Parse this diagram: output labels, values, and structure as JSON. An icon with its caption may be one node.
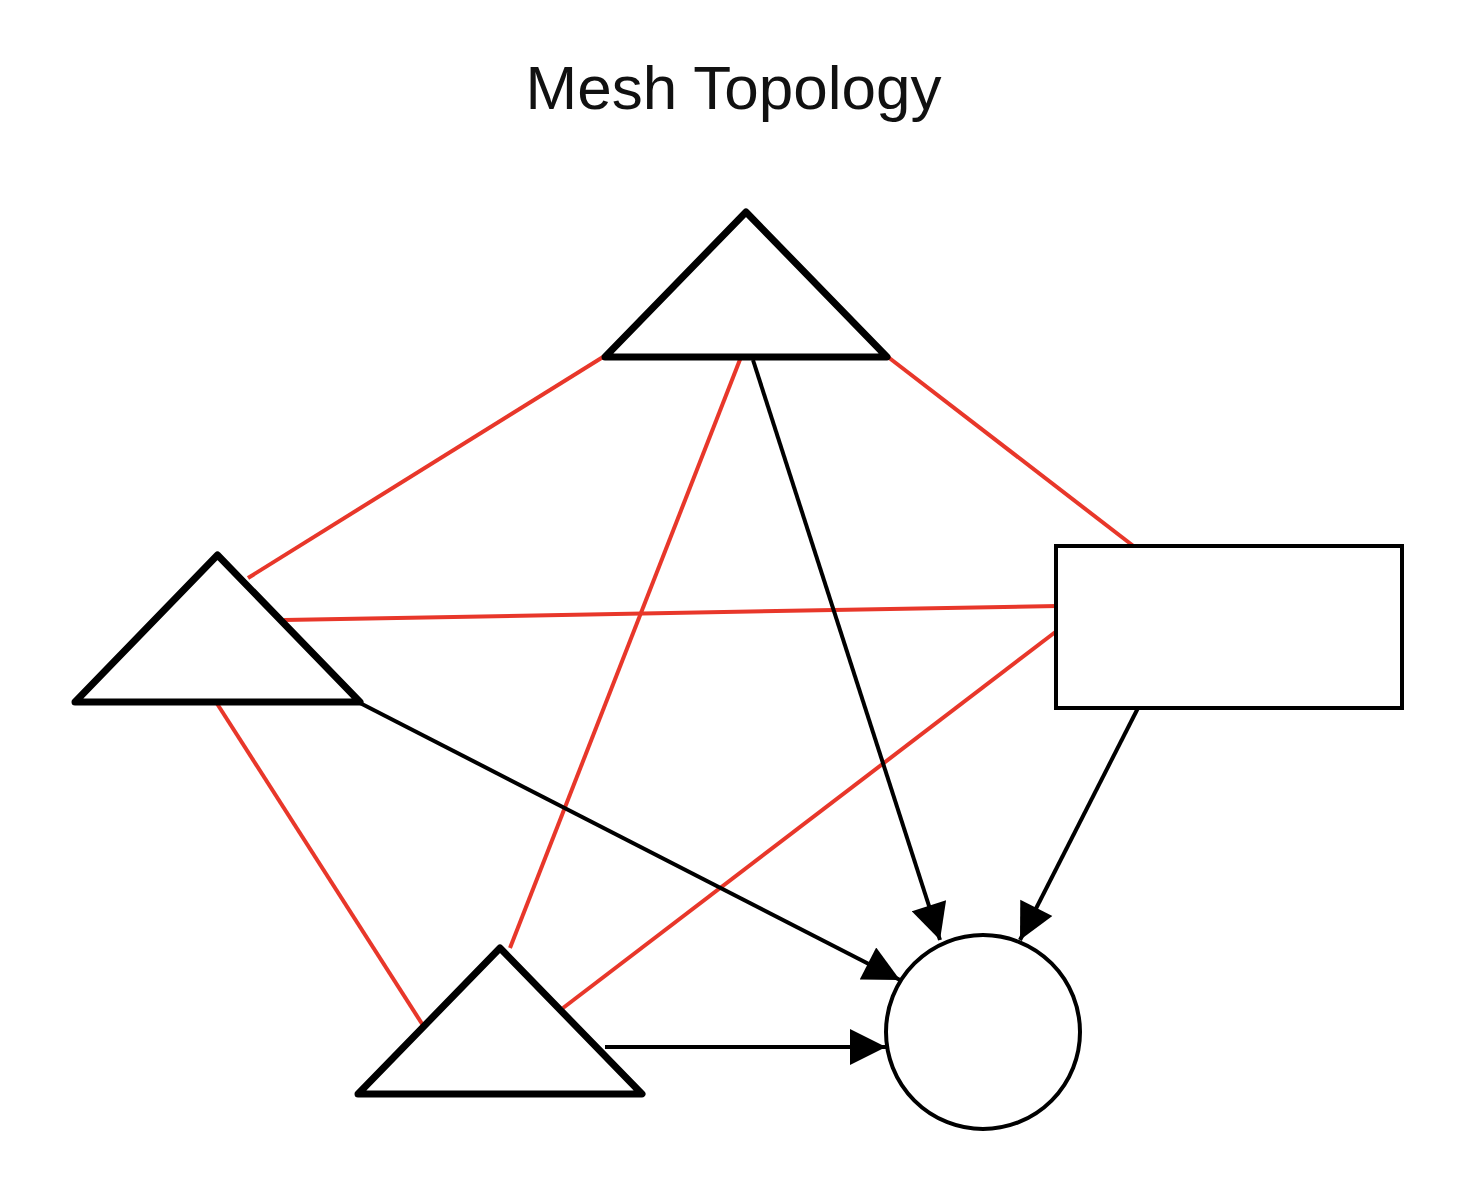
{
  "diagram": {
    "title": "Mesh Topology",
    "nodes": [
      {
        "text": [],
        "shape": "triangle"
      },
      {
        "text": [],
        "shape": "triangle"
      },
      {
        "text": [],
        "shape": "box"
      },
      {
        "text": [],
        "shape": "triangle"
      },
      {
        "text": [],
        "shape": "circle"
      }
    ],
    "edges": [
      {
        "from": 0,
        "to": 1,
        "arrow": "none"
      },
      {
        "from": 0,
        "to": 2,
        "arrow": "none"
      },
      {
        "from": 0,
        "to": 3,
        "arrow": "none"
      },
      {
        "from": 1,
        "to": 2,
        "arrow": "none"
      },
      {
        "from": 1,
        "to": 3,
        "arrow": "none"
      },
      {
        "from": 2,
        "to": 3,
        "arrow": "none"
      },
      {
        "from": 0,
        "to": 4,
        "arrow": "to",
        "color": "#000000"
      },
      {
        "from": 1,
        "to": 4,
        "arrow": "to",
        "color": "#000000"
      },
      {
        "from": 2,
        "to": 4,
        "arrow": "to",
        "color": "#000000"
      },
      {
        "from": 3,
        "to": 4,
        "arrow": "to",
        "color": "#000000"
      }
    ]
  }
}
